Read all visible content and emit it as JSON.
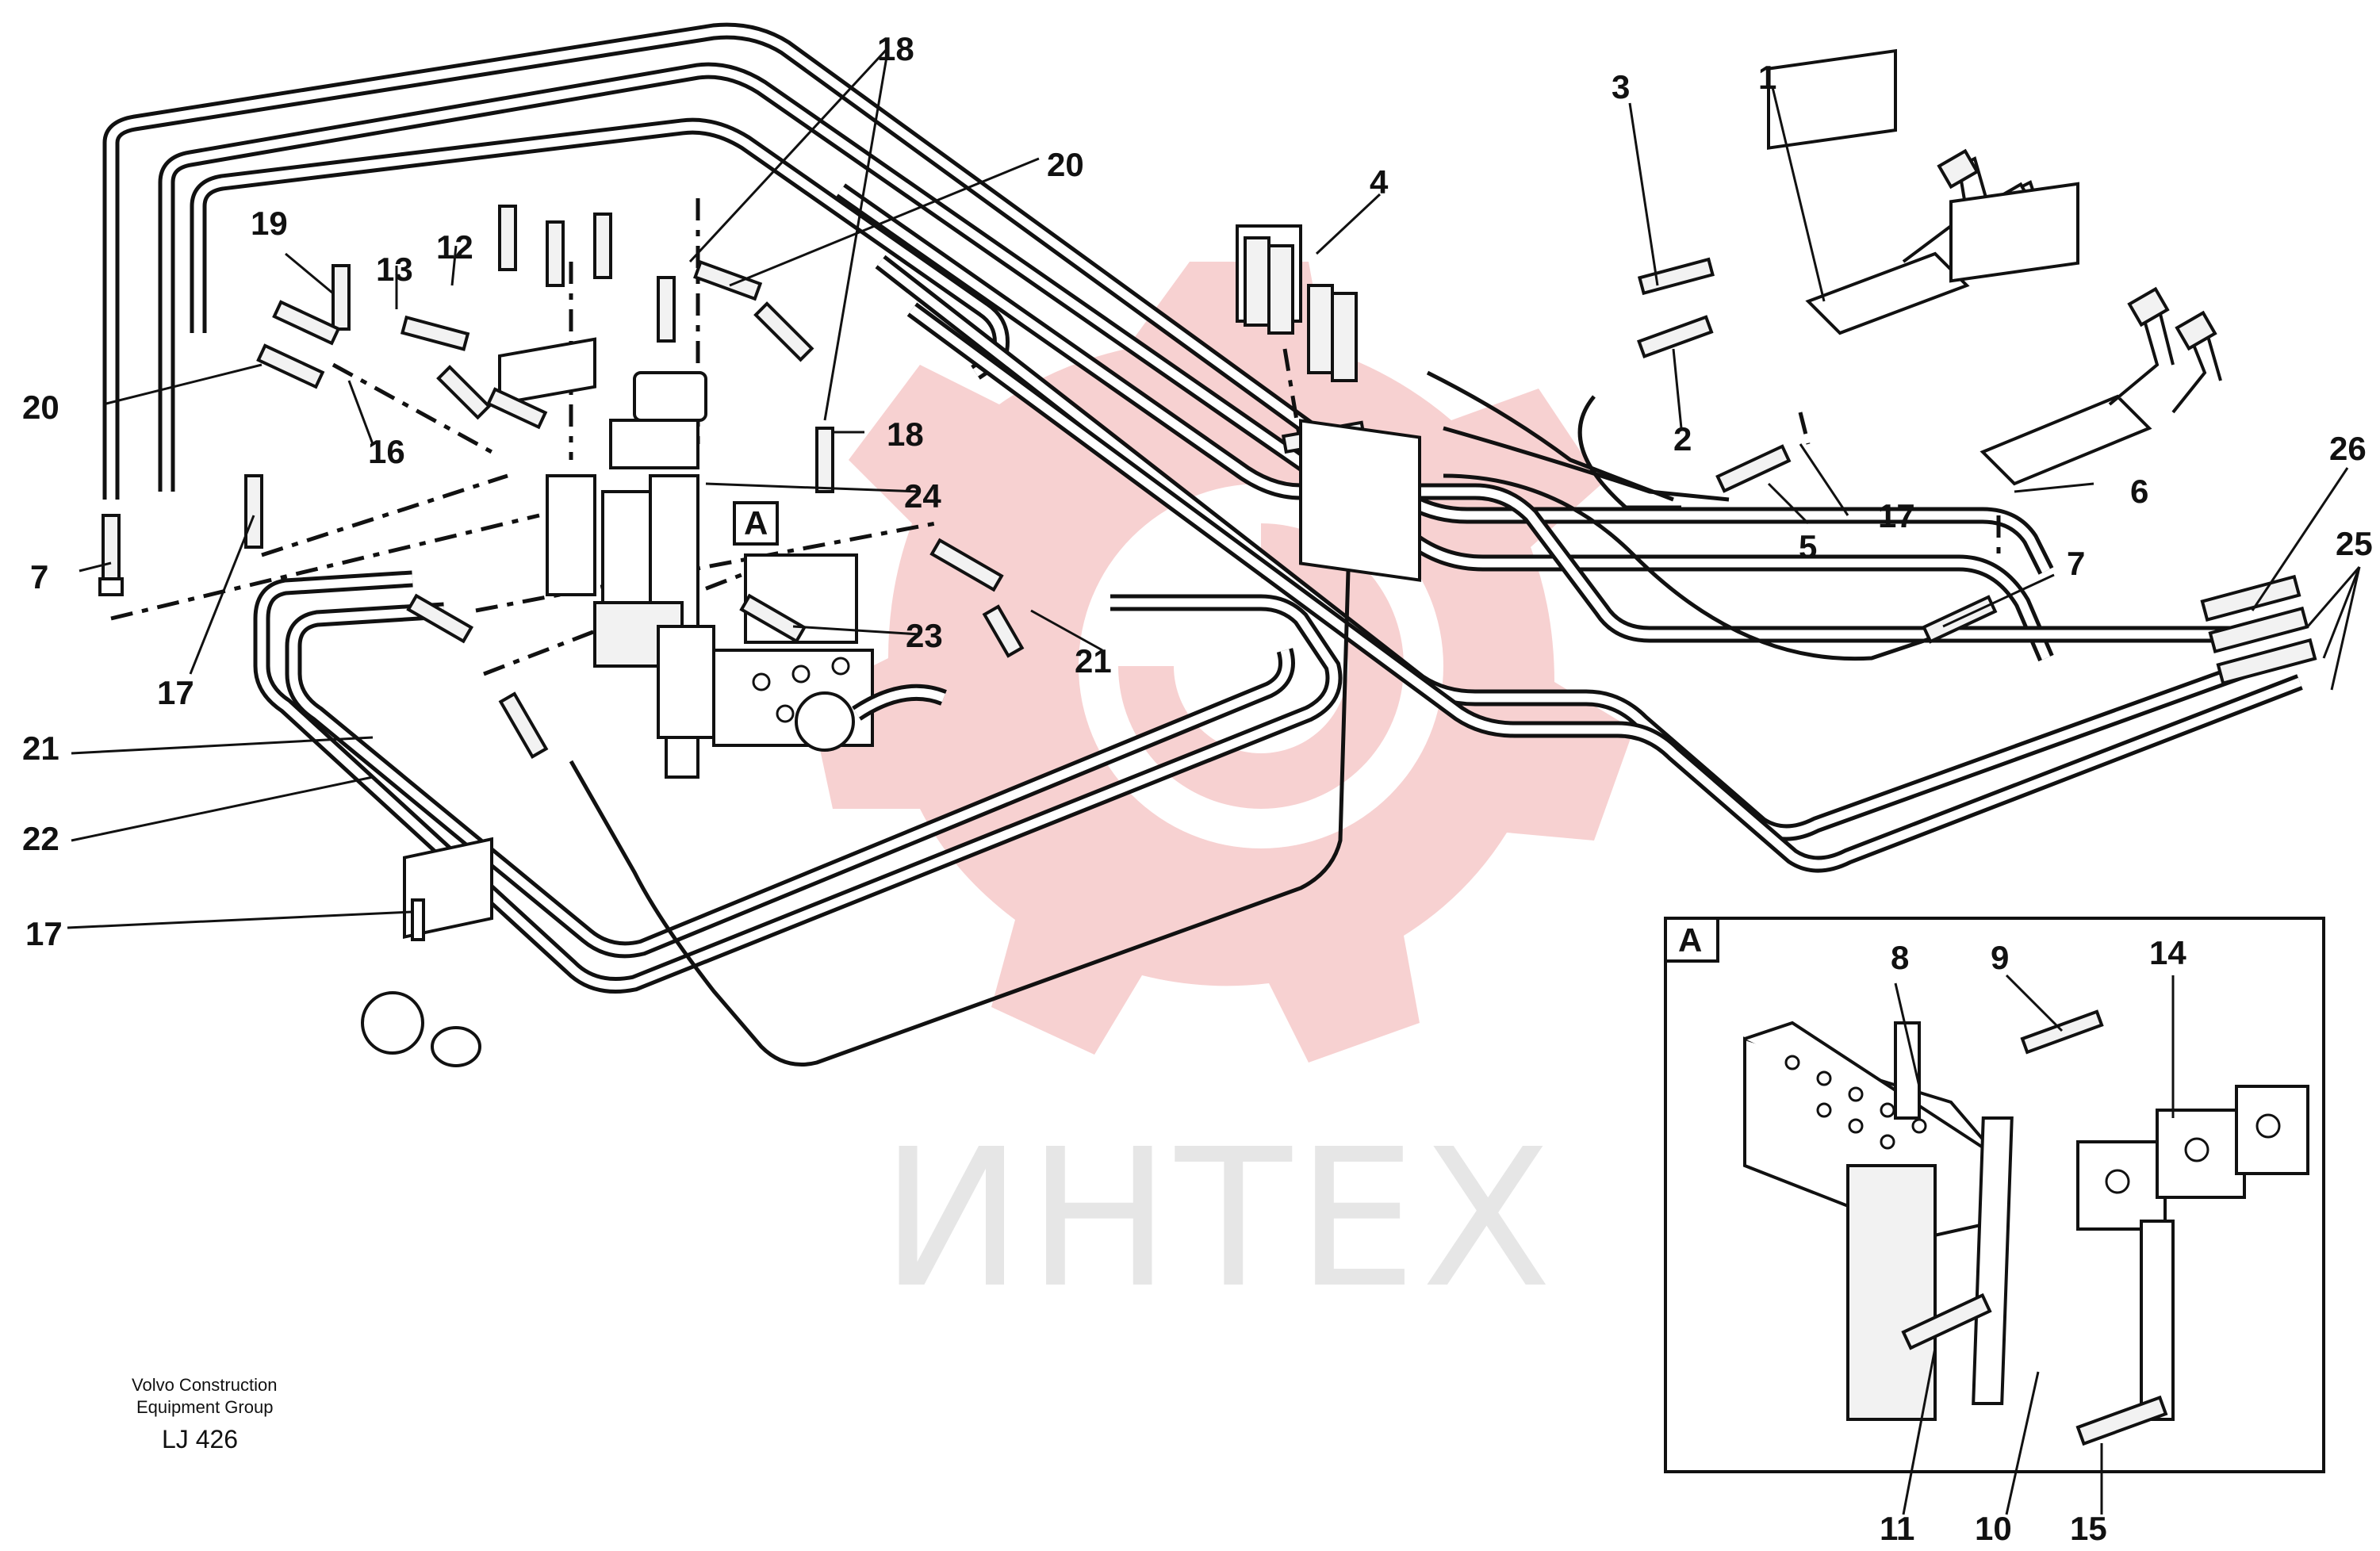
{
  "watermark": {
    "text": "ИНТЕХ",
    "gear_color": "#f6c9c9",
    "text_color": "#e6e6e6"
  },
  "footer": {
    "company_line1": "Volvo Construction",
    "company_line2": "Equipment Group",
    "drawing_code": "LJ 426"
  },
  "detail": {
    "label": "A"
  },
  "callouts": {
    "c1": "1",
    "c2": "2",
    "c3": "3",
    "c4": "4",
    "c5": "5",
    "c6": "6",
    "c7_left": "7",
    "c7_right": "7",
    "c8": "8",
    "c9": "9",
    "c10": "10",
    "c11": "11",
    "c12": "12",
    "c13": "13",
    "c14": "14",
    "c15": "15",
    "c16": "16",
    "c17_left": "17",
    "c17_bottom": "17",
    "c17_right": "17",
    "c18_top": "18",
    "c18_mid": "18",
    "c19": "19",
    "c20_left": "20",
    "c20_top": "20",
    "c21_left": "21",
    "c21_center": "21",
    "c22": "22",
    "c23": "23",
    "c24": "24",
    "c25": "25",
    "c26": "26",
    "a_marker": "A"
  }
}
